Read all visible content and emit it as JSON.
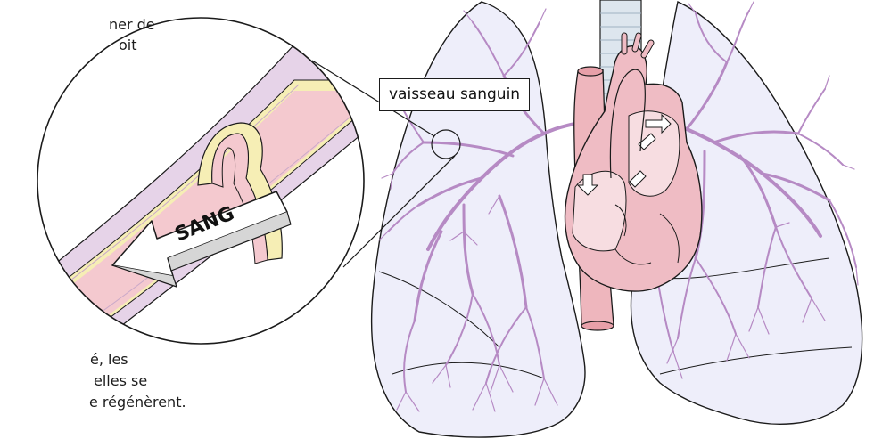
{
  "text_fragments": {
    "top_line1": "ner de",
    "top_line2": "oit",
    "bottom_line1": "é, les",
    "bottom_line2": "elles se",
    "bottom_line3": "e régénèrent."
  },
  "callout_label": "vaisseau sanguin",
  "arrow_label": "SANG",
  "colors": {
    "lung_fill": "#eeeefa",
    "bronchi": "#b68ac4",
    "vessel_wall": "#e2cfe2",
    "vessel_layer": "#f6eeb5",
    "blood": "#f4c9cf",
    "heart": "#efbcc4",
    "trachea": "#dde6ee",
    "outline": "#1b1b1b"
  }
}
